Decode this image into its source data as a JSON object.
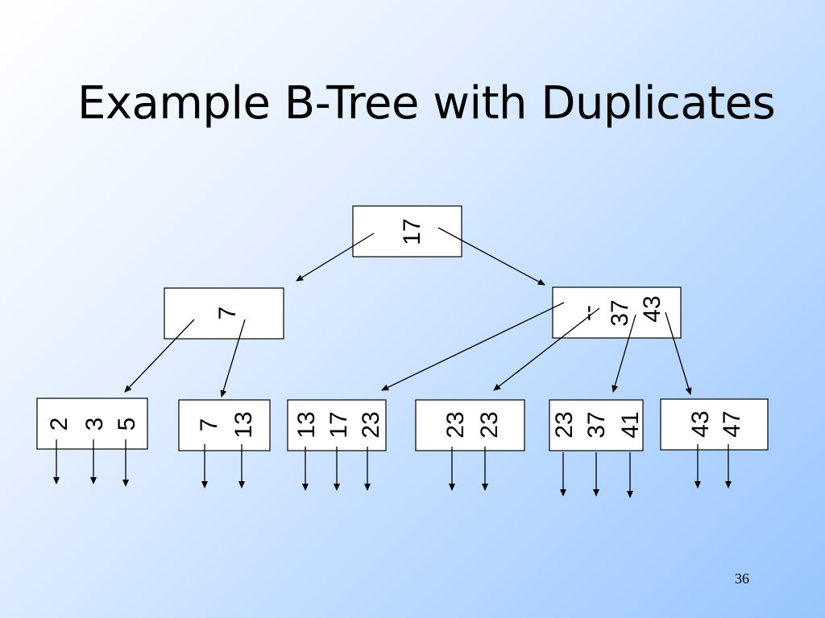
{
  "slide": {
    "title": "Example B-Tree with Duplicates",
    "page_number": "36"
  },
  "tree": {
    "root": {
      "keys": [
        "17"
      ]
    },
    "level1": [
      {
        "keys": [
          "7"
        ]
      },
      {
        "keys": [
          "--",
          "37",
          "43"
        ]
      }
    ],
    "leaves": [
      {
        "keys": [
          "2",
          "3",
          "5"
        ]
      },
      {
        "keys": [
          "7",
          "13"
        ]
      },
      {
        "keys": [
          "13",
          "17",
          "23"
        ]
      },
      {
        "keys": [
          "23",
          "23"
        ]
      },
      {
        "keys": [
          "23",
          "37",
          "41"
        ]
      },
      {
        "keys": [
          "43",
          "47"
        ]
      }
    ]
  },
  "colors": {
    "background_light": "#ffffff",
    "background_dark": "#97c6fc",
    "stroke": "#000000"
  }
}
